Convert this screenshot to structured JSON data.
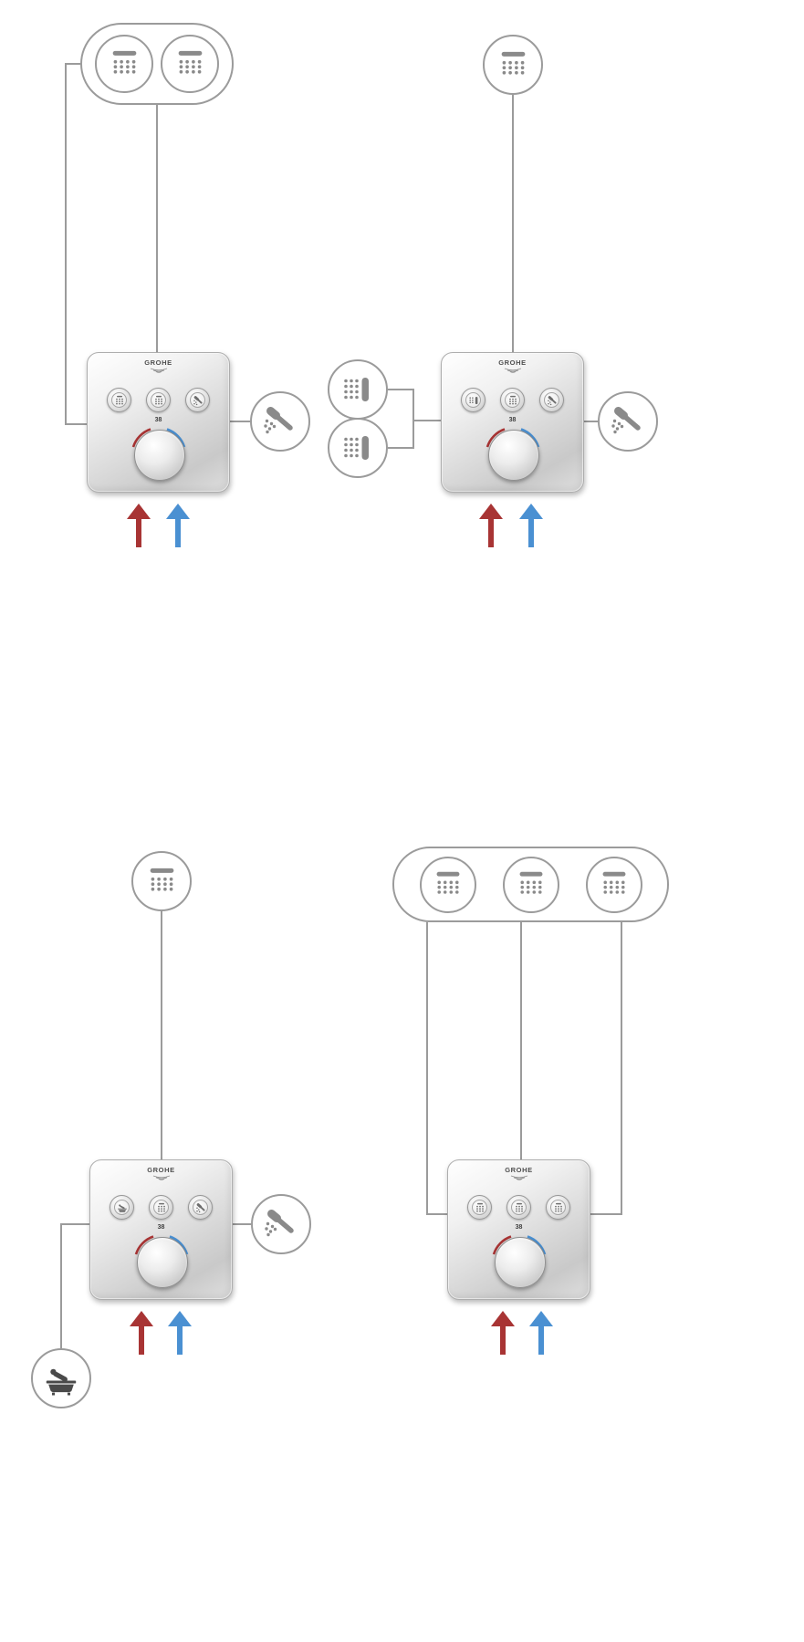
{
  "diagram": {
    "brand": "GROHE",
    "temperature": "38",
    "colors": {
      "line_gray": "#9b9b9b",
      "icon_gray": "#8a8a8a",
      "glyph_dark": "#4a4a4a",
      "hot_red": "#a83434",
      "cold_blue": "#4a90d2"
    },
    "configurations": [
      {
        "id": "dual-head-shower-with-hand-shower",
        "outlets": [
          "head-shower",
          "head-shower",
          "hand-shower"
        ],
        "supplies": [
          "hot-water",
          "cold-water"
        ]
      },
      {
        "id": "head-shower-with-body-sprays-and-hand-shower",
        "outlets": [
          "head-shower",
          "body-spray",
          "body-spray",
          "hand-shower"
        ],
        "supplies": [
          "hot-water",
          "cold-water"
        ]
      },
      {
        "id": "head-shower-with-hand-shower-and-bath-tub",
        "outlets": [
          "head-shower",
          "hand-shower",
          "bath-tub"
        ],
        "supplies": [
          "hot-water",
          "cold-water"
        ]
      },
      {
        "id": "triple-head-shower",
        "outlets": [
          "head-shower",
          "head-shower",
          "head-shower"
        ],
        "supplies": [
          "hot-water",
          "cold-water"
        ]
      }
    ]
  }
}
